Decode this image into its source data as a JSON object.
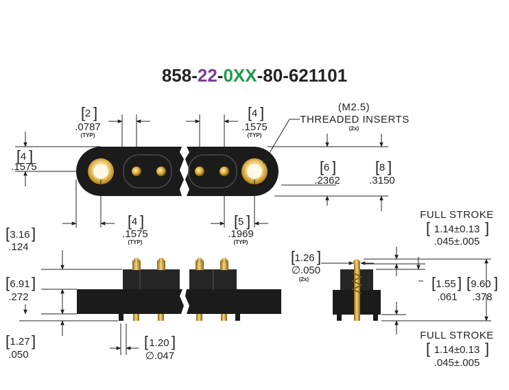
{
  "title": {
    "part1": "858-",
    "part2": "22",
    "part3": "-",
    "part4": "0XX",
    "part5": "-80-621101",
    "color_default": "#222222",
    "color_purple": "#7a3c96",
    "color_green": "#1f9a4a"
  },
  "dims": {
    "pitch_top": {
      "mm": "2",
      "inch": ".0787",
      "note": "(TYP)"
    },
    "pitch_top_right": {
      "mm": "4",
      "inch": ".1575",
      "note": "(TYP)"
    },
    "insert_label": {
      "line1": "(M2.5)",
      "line2": "THREADED INSERTS",
      "note": "(2x)"
    },
    "left_height": {
      "mm": "4",
      "inch": ".1575"
    },
    "body_width_6": {
      "mm": "6",
      "inch": ".2362"
    },
    "body_width_8": {
      "mm": "8",
      "inch": ".3150"
    },
    "pitch_bottom_left": {
      "mm": "4",
      "inch": ".1575",
      "note": "(TYP)"
    },
    "pitch_bottom_right": {
      "mm": "5",
      "inch": ".1969",
      "note": "(TYP)"
    },
    "side_316": {
      "mm": "3.16",
      "inch": ".124"
    },
    "side_691": {
      "mm": "6.91",
      "inch": ".272"
    },
    "side_127": {
      "mm": "1.27",
      "inch": ".050"
    },
    "pin_dia": {
      "mm": "1.20",
      "inch": "∅.047"
    },
    "end_dia": {
      "mm": "1.26",
      "inch": "∅.050",
      "note": "(2x)"
    },
    "end_155": {
      "mm": "1.55",
      "inch": ".061"
    },
    "end_960": {
      "mm": "9.60",
      "inch": ".378"
    },
    "stroke_top": {
      "label": "FULL STROKE",
      "mm": "1.14±0.13",
      "inch": ".045±.005"
    },
    "stroke_bottom": {
      "label": "FULL STROKE",
      "mm": "1.14±0.13",
      "inch": ".045±.005"
    }
  },
  "colors": {
    "body": "#1b1b1b",
    "brass": "#c8961e",
    "brass_light": "#f2d27a",
    "gold_pin": "#d9a830"
  }
}
